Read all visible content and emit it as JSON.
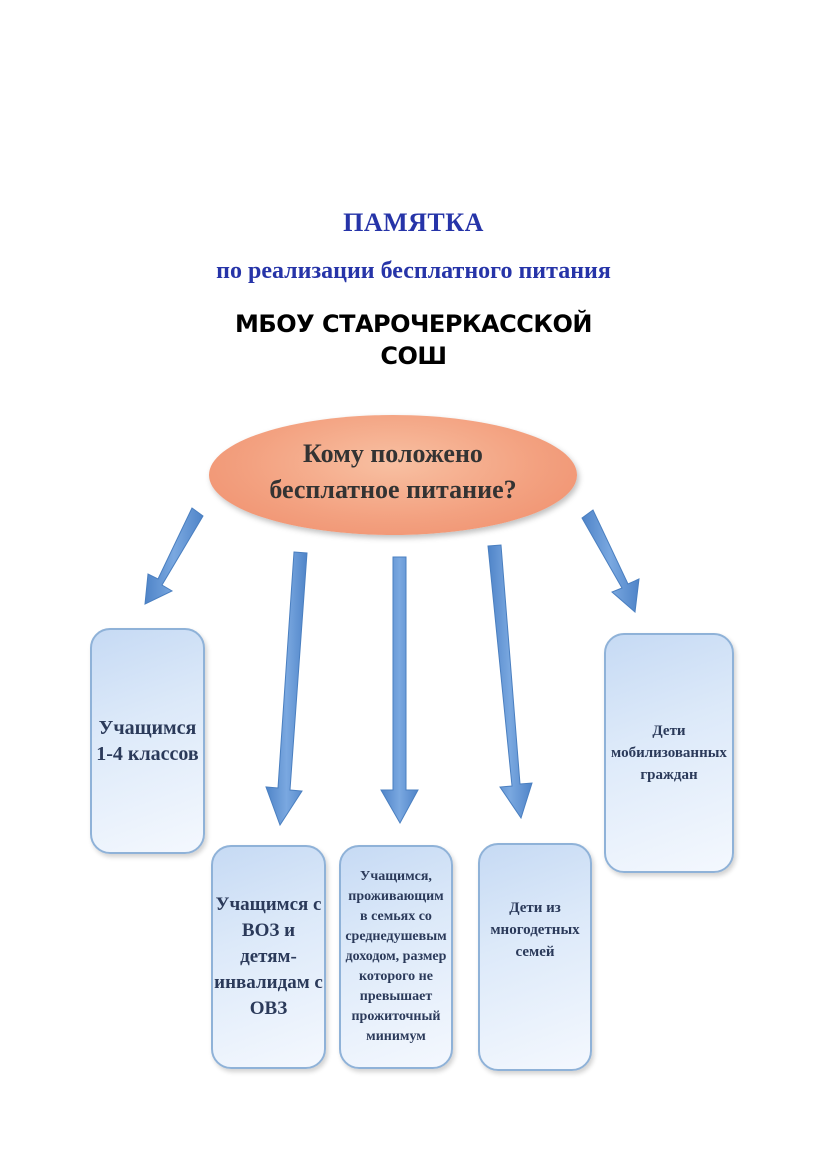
{
  "header": {
    "title": "ПАМЯТКА",
    "subtitle": "по реализации бесплатного питания",
    "school_line1": "МБОУ СТАРОЧЕРКАССКОЙ",
    "school_line2": "СОШ"
  },
  "center": {
    "line1": "Кому положено",
    "line2": "бесплатное питание?"
  },
  "categories": [
    "Учащимся\n1-4 классов",
    "Учащимся с\nВОЗ и\nдетям-\nинвалидам с\nОВЗ",
    "Учащимся,\nпроживающим\nв семьях со\nсреднедушевым\nдоходом, размер\nкоторого не\nпревышает\nпрожиточный\nминимум",
    "Дети из\nмногодетных\nсемей",
    "Дети\nмобилизованных\nграждан"
  ],
  "colors": {
    "title": "#2634a8",
    "ellipse": "#f3a180",
    "arrow": "#5b8fd0",
    "box_border": "#8fb2d8"
  }
}
